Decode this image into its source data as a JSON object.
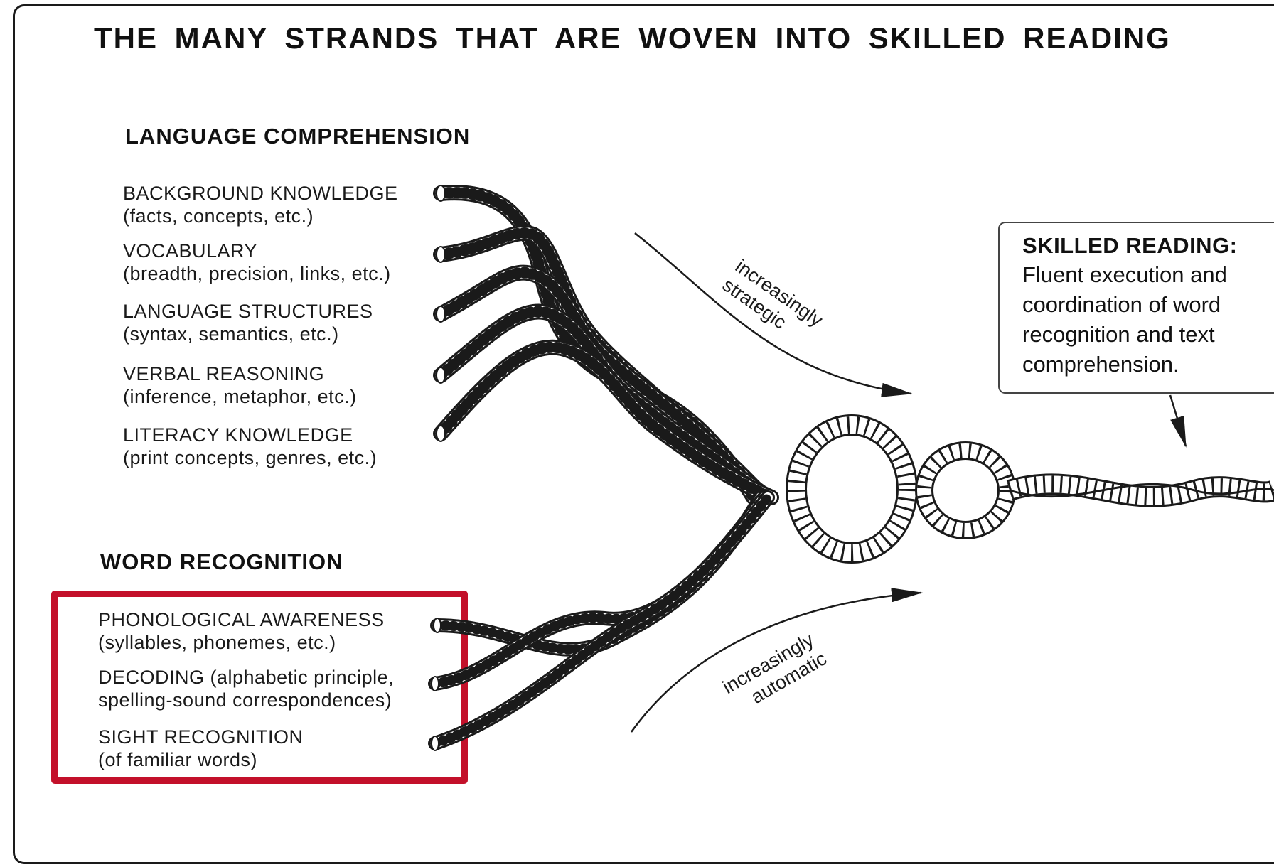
{
  "title": "THE MANY STRANDS THAT ARE WOVEN INTO SKILLED READING",
  "language_comprehension": {
    "heading": "LANGUAGE COMPREHENSION",
    "strands": [
      {
        "name": "BACKGROUND KNOWLEDGE",
        "detail": "(facts, concepts, etc.)"
      },
      {
        "name": "VOCABULARY",
        "detail": "(breadth, precision, links, etc.)"
      },
      {
        "name": "LANGUAGE STRUCTURES",
        "detail": "(syntax, semantics, etc.)"
      },
      {
        "name": "VERBAL REASONING",
        "detail": "(inference, metaphor, etc.)"
      },
      {
        "name": "LITERACY KNOWLEDGE",
        "detail": "(print concepts, genres, etc.)"
      }
    ]
  },
  "word_recognition": {
    "heading": "WORD RECOGNITION",
    "strands": [
      {
        "name": "PHONOLOGICAL AWARENESS",
        "detail": "(syllables, phonemes, etc.)"
      },
      {
        "name": "DECODING (alphabetic principle,",
        "detail": "spelling-sound correspondences)"
      },
      {
        "name": "SIGHT RECOGNITION",
        "detail": "(of familiar words)"
      }
    ]
  },
  "arrows": {
    "upper": {
      "line1": "increasingly",
      "line2": "strategic"
    },
    "lower": {
      "line1": "increasingly",
      "line2": "automatic"
    }
  },
  "callout": {
    "title": "SKILLED READING:",
    "body": "Fluent execution and coordination of word recognition and text comprehension."
  },
  "colors": {
    "highlight": "#c3102a",
    "ink": "#1a1a1a"
  }
}
